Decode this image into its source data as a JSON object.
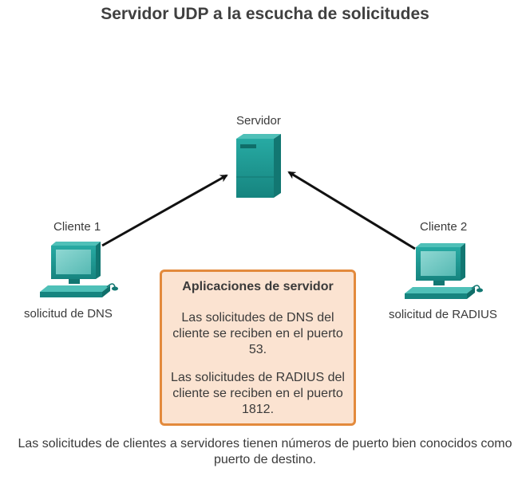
{
  "title": "Servidor UDP a la escucha de solicitudes",
  "server": {
    "label": "Servidor"
  },
  "client1": {
    "label": "Cliente 1",
    "request": "solicitud de DNS"
  },
  "client2": {
    "label": "Cliente 2",
    "request": "solicitud de RADIUS"
  },
  "info_box": {
    "heading": "Aplicaciones de servidor",
    "paragraph1": "Las solicitudes de DNS del cliente se reciben en el puerto 53.",
    "paragraph2": "Las solicitudes de RADIUS del cliente se reciben en el puerto 1812."
  },
  "caption": "Las solicitudes de clientes a servidores tienen números de puerto bien conocidos como puerto de destino.",
  "colors": {
    "device_teal": "#1f9b95",
    "box_fill": "#fbe3d1",
    "box_border": "#e38a3c",
    "arrow": "#111111"
  },
  "icons": {
    "server": "server-icon",
    "client1": "desktop-computer-icon",
    "client2": "desktop-computer-icon"
  }
}
